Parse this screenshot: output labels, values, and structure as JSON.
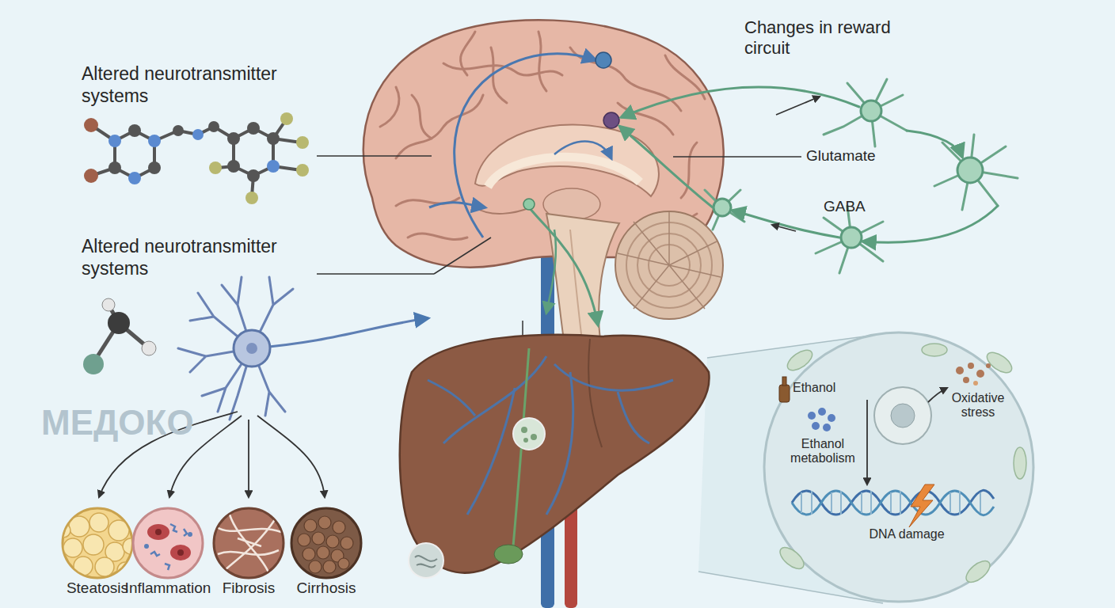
{
  "diagram": {
    "nodes": [
      {
        "text": [
          "Steatosis"
        ]
      },
      {
        "text": [
          "Inflammation"
        ]
      },
      {
        "text": [
          "Fibrosis"
        ]
      },
      {
        "text": [
          "Cirrhosis"
        ]
      },
      {
        "text": [
          "Ethanol",
          "Ethanol metabolism",
          "Oxidative stress",
          "DNA damage"
        ]
      }
    ],
    "labels": [
      "Altered neurotransmitter systems",
      "Altered neurotransmitter systems",
      "Changes in reward circuit",
      "Glutamate",
      "GABA",
      "МЕДОКО"
    ]
  }
}
